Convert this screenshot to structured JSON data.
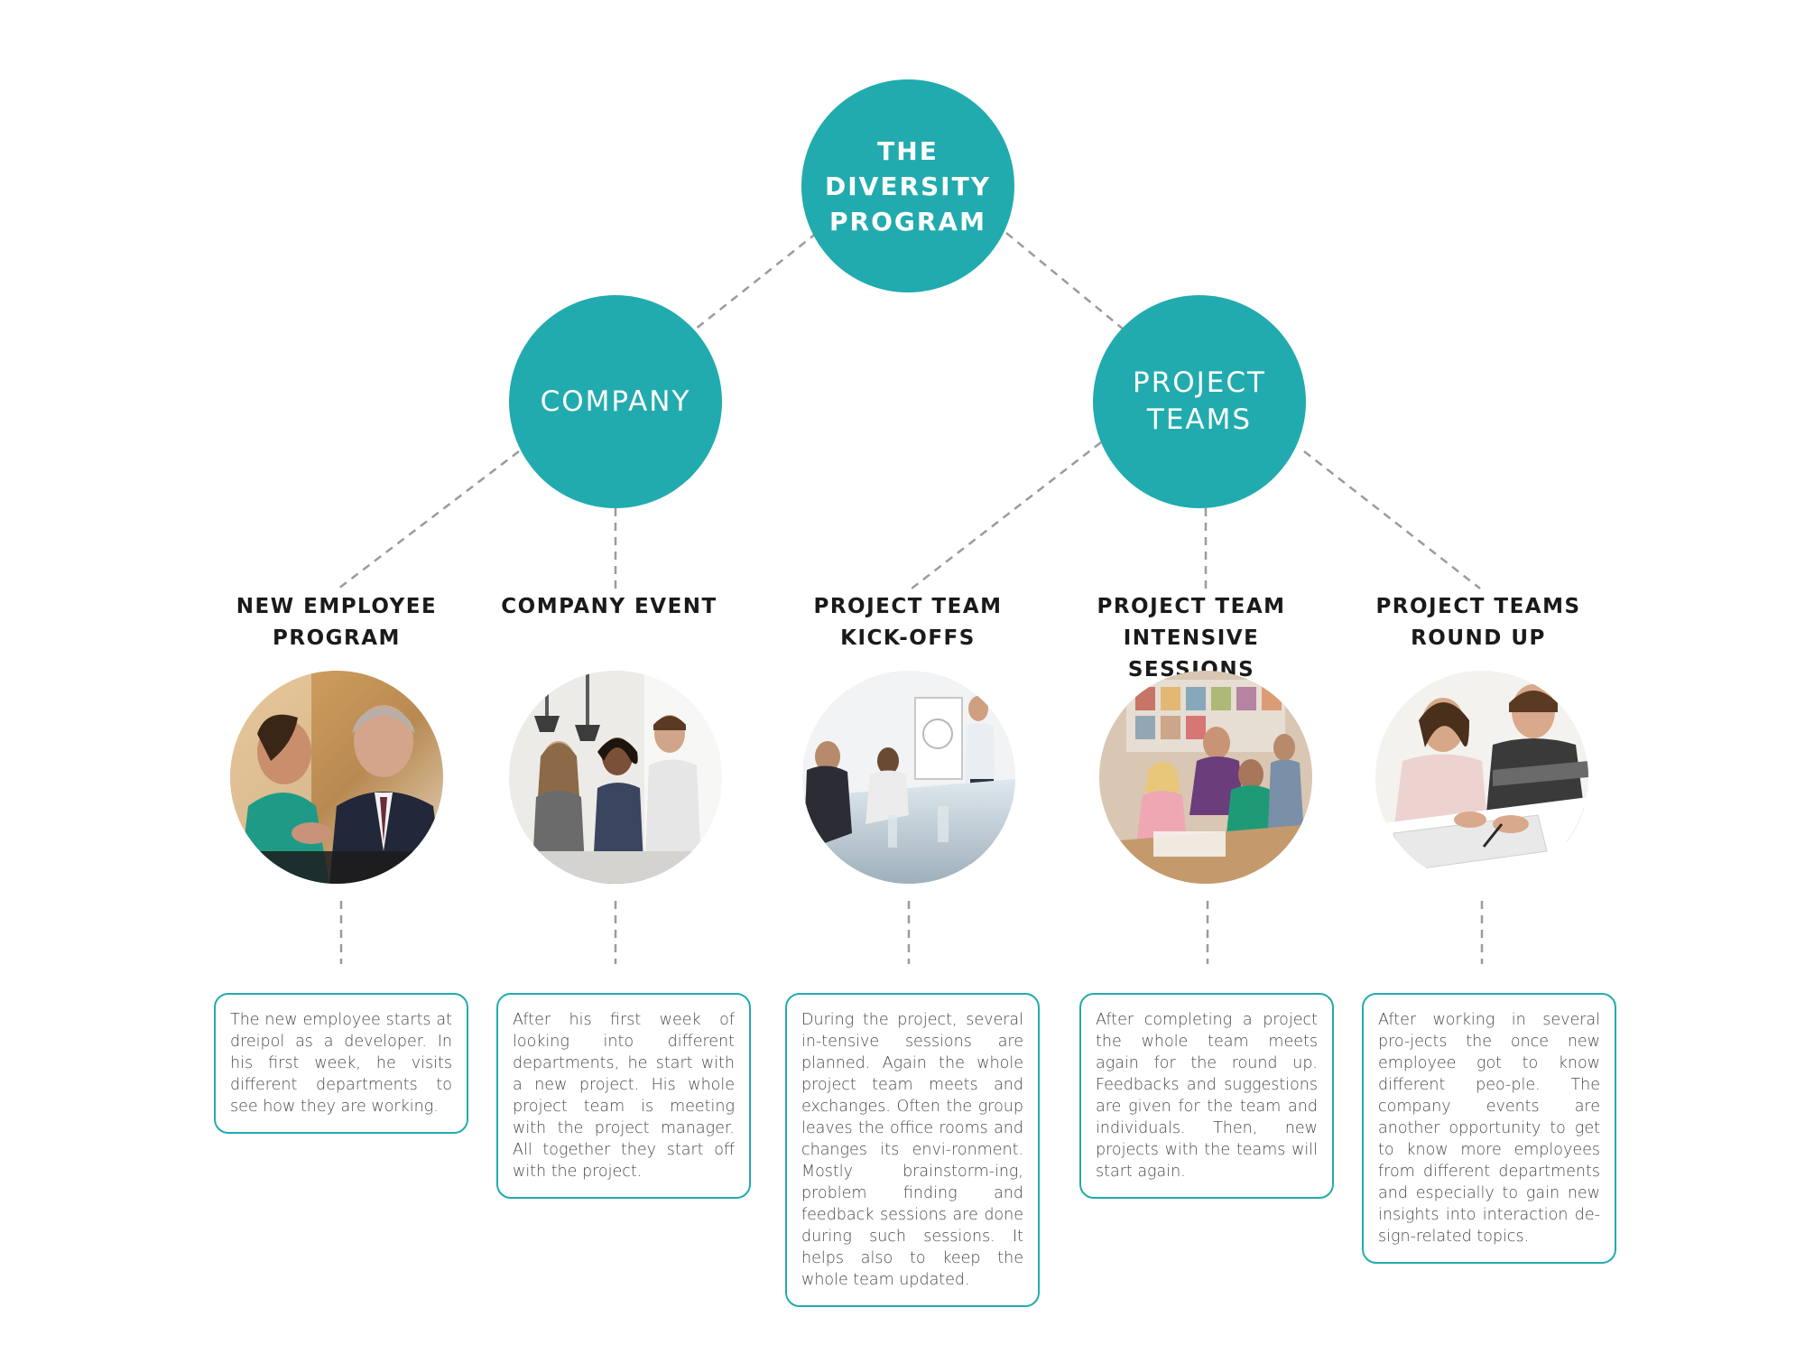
{
  "colors": {
    "accent": "#22abae",
    "connector": "#9b9b9b",
    "title_text": "#1a1a1a",
    "body_text": "#4a4a4a"
  },
  "root": {
    "label": "THE\nDIVERSITY\nPROGRAM"
  },
  "branches": [
    {
      "id": "company",
      "label": "COMPANY"
    },
    {
      "id": "project-teams",
      "label": "PROJECT\nTEAMS"
    }
  ],
  "columns": [
    {
      "branch": "company",
      "title": "NEW EMPLOYEE\nPROGRAM",
      "photo": "photo-new-employee-meeting",
      "description": "The new employee starts at dreipol as a developer. In his first week, he visits different departments to see how they are working."
    },
    {
      "branch": "company",
      "title": "COMPANY EVENT",
      "photo": "photo-company-event-group",
      "description": "After his first week of looking into different departments, he start with a new project. His whole project team is meeting with the project manager. All together they start off with the project."
    },
    {
      "branch": "project-teams",
      "title": "PROJECT TEAM\nKICK-OFFS",
      "photo": "photo-kickoff-presentation",
      "description": "During the project, several in-tensive sessions are planned. Again the whole project team meets and exchanges. Often the group leaves the office rooms and changes its envi-ronment. Mostly brainstorm-ing, problem finding and feedback sessions are done during such sessions. It helps also to keep the whole team updated."
    },
    {
      "branch": "project-teams",
      "title": "PROJECT TEAM\nINTENSIVE SESSIONS",
      "photo": "photo-intensive-session-workshop",
      "description": "After completing a project the whole team meets again for the round up. Feedbacks and suggestions are given for the team and individuals. Then, new projects with the teams will start again."
    },
    {
      "branch": "project-teams",
      "title": "PROJECT TEAMS\nROUND UP",
      "photo": "photo-round-up-desk",
      "description": "After working in several pro-jects the once new employee got to know different peo-ple. The company events are another opportunity to get to know more employees from different departments and especially to gain new insights into interaction de-sign-related topics."
    }
  ]
}
